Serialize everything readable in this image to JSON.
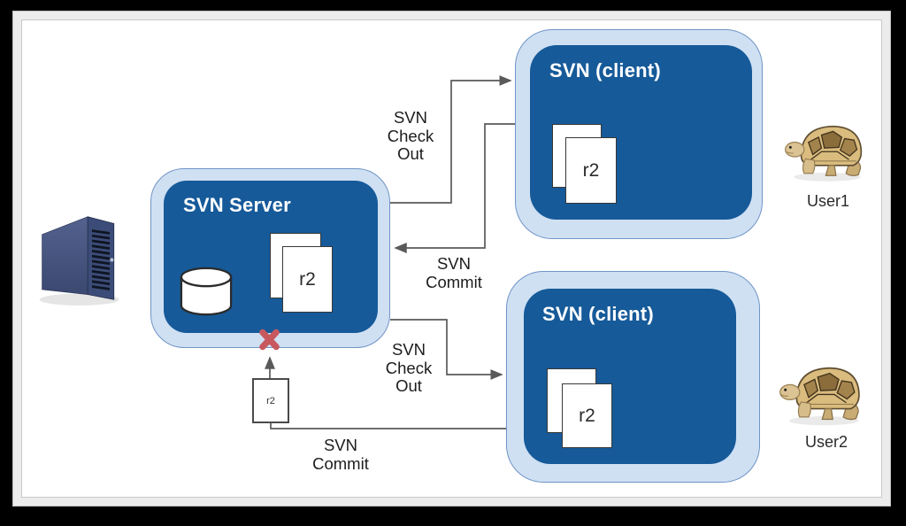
{
  "palette": {
    "box_fill_dark": "#165A99",
    "box_fill_light": "#CFE0F3",
    "box_border": "#6F94C4",
    "connector_gray": "#5A5A5A",
    "error_x_red": "#C7595E",
    "frame_black": "#000000"
  },
  "server_box": {
    "title": "SVN Server",
    "revision_label": "r2"
  },
  "client_top": {
    "title": "SVN (client)",
    "revision_label": "r2"
  },
  "client_bottom": {
    "title": "SVN (client)",
    "revision_label": "r2"
  },
  "pending_commit": {
    "revision_label": "r2"
  },
  "labels": {
    "checkout_top": {
      "lines": [
        "SVN",
        "Check",
        "Out"
      ]
    },
    "commit_top": {
      "lines": [
        "SVN",
        "Commit"
      ]
    },
    "checkout_bottom": {
      "lines": [
        "SVN",
        "Check",
        "Out"
      ]
    },
    "commit_bottom": {
      "lines": [
        "SVN",
        "Commit"
      ]
    }
  },
  "users": [
    {
      "name": "User1"
    },
    {
      "name": "User2"
    }
  ]
}
